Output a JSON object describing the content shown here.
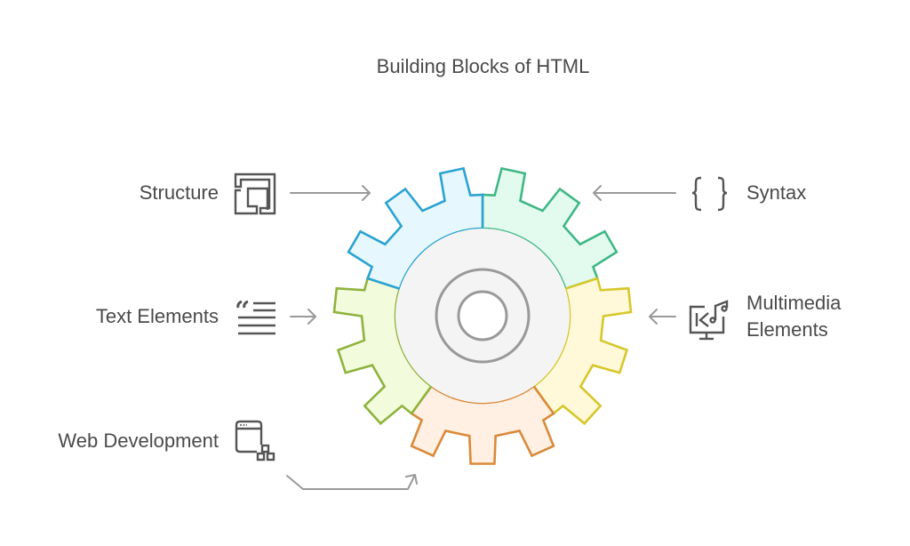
{
  "title": "Building Blocks of HTML",
  "segments": [
    {
      "label": "Structure",
      "icon": "structure-icon",
      "stroke": "#2aa3d2",
      "fill": "#e6f7fd"
    },
    {
      "label": "Syntax",
      "icon": "curly-braces-icon",
      "stroke": "#3fb885",
      "fill": "#e3faee"
    },
    {
      "label": "Multimedia Elements",
      "label_lines": [
        "Multimedia",
        "Elements"
      ],
      "icon": "multimedia-icon",
      "stroke": "#d6c72a",
      "fill": "#fff8d9"
    },
    {
      "label": "Web Development",
      "icon": "browser-blocks-icon",
      "stroke": "#d98a3a",
      "fill": "#fff0e3"
    },
    {
      "label": "Text Elements",
      "icon": "quote-lines-icon",
      "stroke": "#8fb33e",
      "fill": "#f2fbdc"
    }
  ],
  "colors": {
    "hub_fill": "#f4f4f4",
    "hub_stroke": "#999999",
    "text": "#4a4a4a",
    "arrow": "#999999"
  }
}
